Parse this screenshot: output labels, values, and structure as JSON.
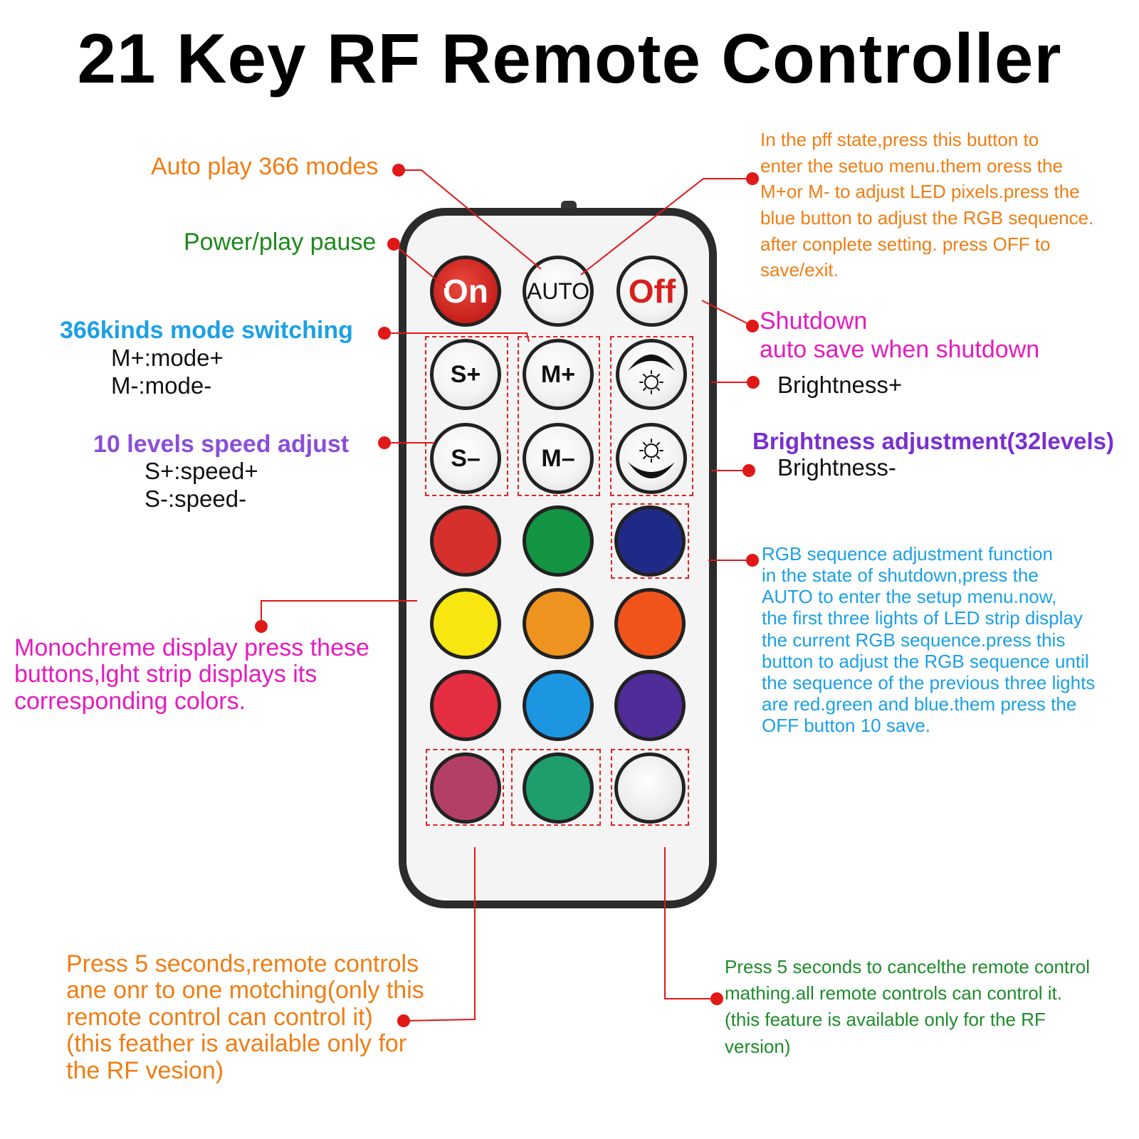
{
  "title": "21 Key RF Remote Controller",
  "colors": {
    "orange": "#f07d13",
    "green": "#1a8a1a",
    "blue": "#1ba0e6",
    "purple": "#8a4fd8",
    "magenta": "#e51bbf",
    "violet": "#7a2fd0",
    "line_red": "#e01818",
    "dark_green": "#1c8c2a"
  },
  "labels": {
    "auto_play": "Auto play 366 modes",
    "power": "Power/play pause",
    "mode_switch": {
      "heading": "366kinds mode switching",
      "lines": [
        "M+:mode+",
        "M-:mode-"
      ]
    },
    "speed": {
      "heading": "10 levels speed adjust",
      "lines": [
        "S+:speed+",
        "S-:speed-"
      ]
    },
    "setup_menu": [
      "In the pff state,press this button to",
      "enter the setuo menu.them oress the",
      "M+or M- to adjust LED pixels.press the",
      "blue button to adjust the RGB sequence.",
      "after conplete setting. press OFF to",
      "save/exit."
    ],
    "shutdown": [
      "Shutdown",
      "auto save when shutdown"
    ],
    "brightness_plus": "Brightness+",
    "brightness_adj": "Brightness adjustment(32levels)",
    "brightness_minus": "Brightness-",
    "rgb_sequence": [
      "RGB sequence adjustment function",
      "in the state of shutdown,press the",
      "AUTO to enter the setup menu.now,",
      "the first three lights of LED strip display",
      "the current RGB sequence.press this",
      "button to adjust the RGB sequence until",
      "the sequence of the previous three lights",
      "are red.green and blue.them press the",
      "OFF button 10 save."
    ],
    "monochrome": [
      "Monochreme display press these",
      "buttons,lght strip displays its",
      "corresponding colors."
    ],
    "pairing": [
      "Press 5 seconds,remote controls",
      "ane onr to one motching(only this",
      "remote control can control it)",
      "(this feather is available only for",
      "the RF vesion)"
    ],
    "cancel_pairing": [
      "Press 5 seconds to cancelthe remote control",
      "mathing.all remote controls can control it.",
      "(this feature is available only for the RF",
      "version)"
    ]
  },
  "buttons": {
    "on": "On",
    "auto": "AUTO",
    "off": "Off",
    "s_plus": "S+",
    "s_minus": "S–",
    "m_plus": "M+",
    "m_minus": "M–",
    "colors": [
      "#d6302c",
      "#139442",
      "#1f2a87",
      "#f7e60f",
      "#ee9220",
      "#f0541a",
      "#e52e41",
      "#1c96e0",
      "#4f2c98",
      "#b43f64",
      "#1d9e6b",
      "#ececec"
    ]
  }
}
